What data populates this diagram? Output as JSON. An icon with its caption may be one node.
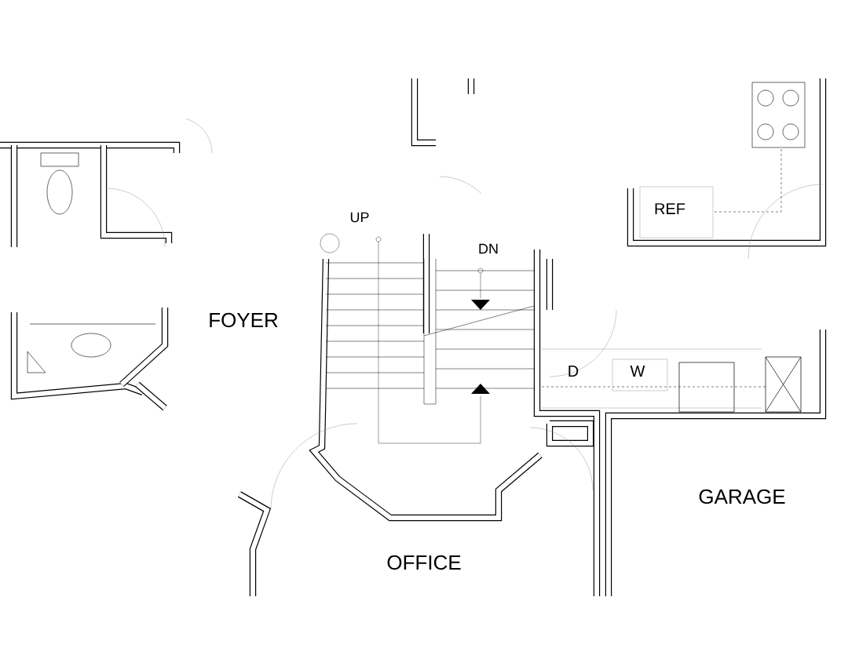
{
  "diagram": {
    "labels": [
      "UP",
      "DN",
      "FOYER",
      "REF",
      "D",
      "W",
      "GARAGE",
      "OFFICE"
    ]
  }
}
